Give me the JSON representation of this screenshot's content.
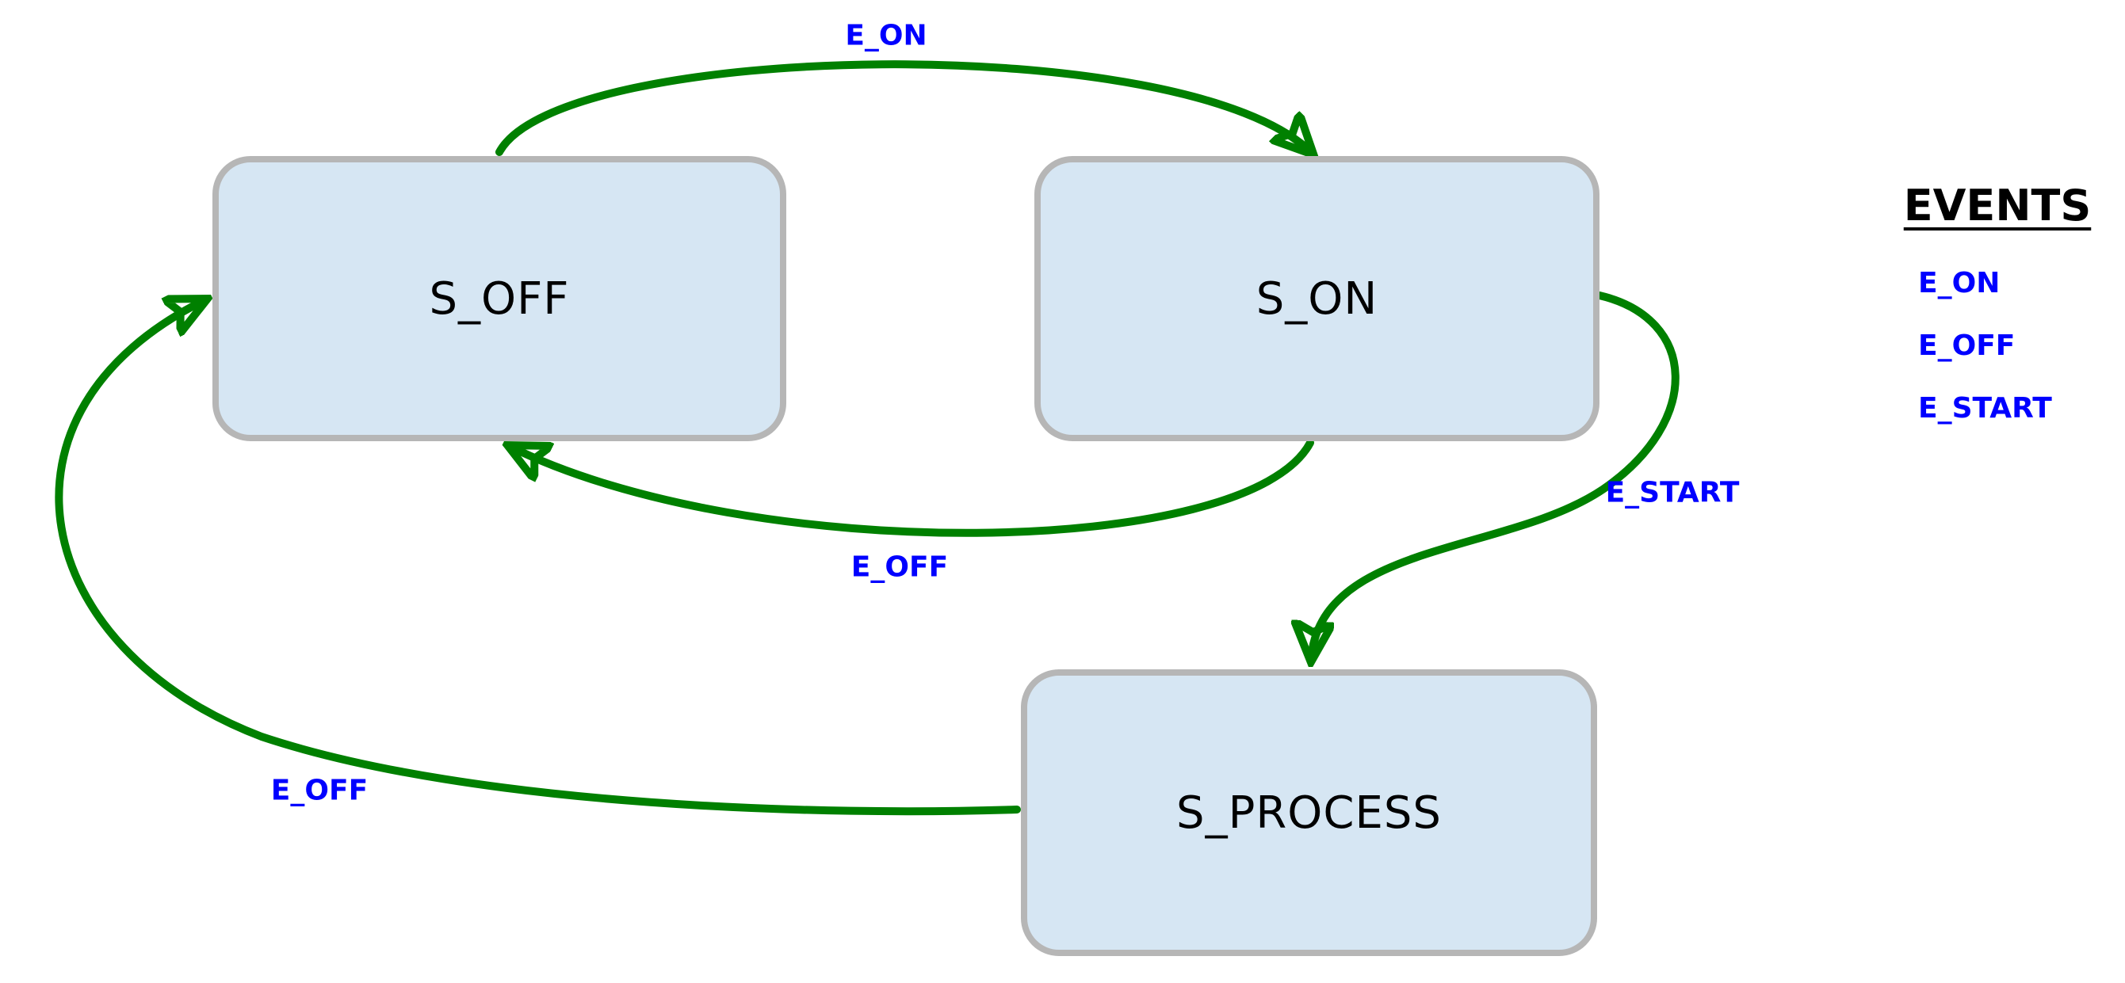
{
  "diagram": {
    "type": "state-machine",
    "background": "#ffffff",
    "states": [
      {
        "label": "S_OFF"
      },
      {
        "label": "S_ON"
      },
      {
        "label": "S_PROCESS"
      }
    ],
    "transitions": [
      {
        "from": "S_OFF",
        "to": "S_ON",
        "event": "E_ON"
      },
      {
        "from": "S_ON",
        "to": "S_OFF",
        "event": "E_OFF"
      },
      {
        "from": "S_ON",
        "to": "S_PROCESS",
        "event": "E_START"
      },
      {
        "from": "S_PROCESS",
        "to": "S_OFF",
        "event": "E_OFF"
      }
    ],
    "legend": {
      "title": "EVENTS",
      "items": [
        "E_ON",
        "E_OFF",
        "E_START"
      ]
    },
    "colors": {
      "state_fill": "#d6e6f3",
      "state_border": "#b6b6b6",
      "arrow_green": "#008000",
      "event_label_blue": "#0000ff",
      "state_text": "#000000"
    }
  }
}
